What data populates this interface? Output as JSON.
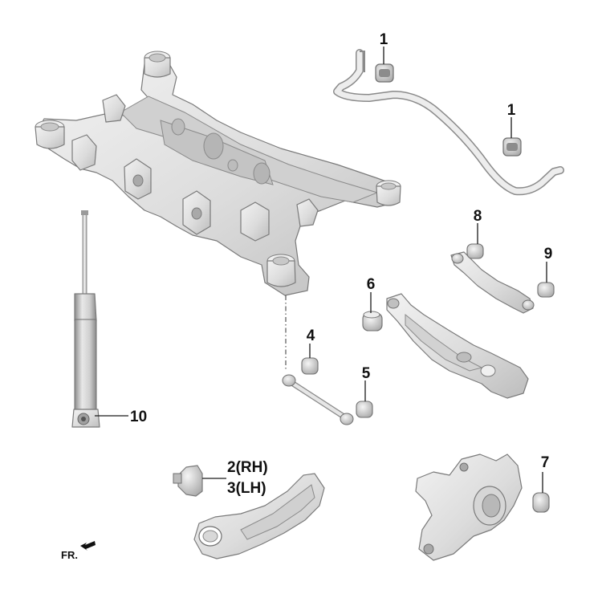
{
  "figure": {
    "orientation_label": "FR.",
    "callouts": {
      "stabilizer_bushing_upper": "1",
      "stabilizer_bushing_lower": "1",
      "bushing_4": "4",
      "bushing_5": "5",
      "bushing_6": "6",
      "bushing_7": "7",
      "bushing_8": "8",
      "bushing_9": "9",
      "shock_absorber": "10",
      "trailing_arm_bushing_rh": "2(RH)",
      "trailing_arm_bushing_lh": "3(LH)"
    }
  },
  "colors": {
    "part_fill": "#e4e4e4",
    "part_shade": "#c6c6c6",
    "part_outline": "#7a7a7a",
    "text": "#111111"
  },
  "icons": {
    "front_direction": "arrow-icon"
  }
}
